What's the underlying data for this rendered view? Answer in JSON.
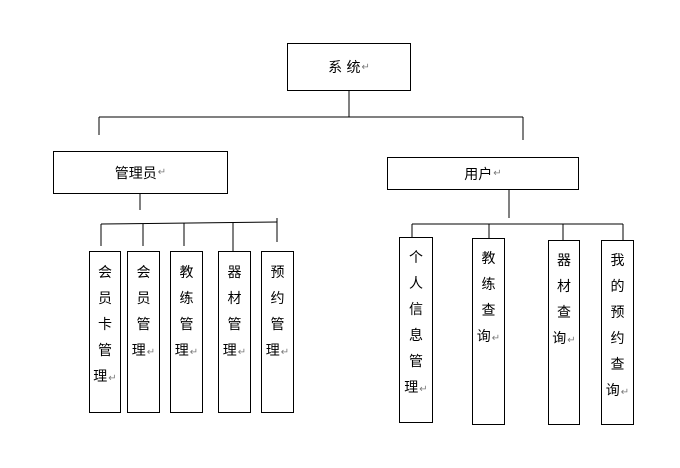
{
  "diagram": {
    "root": {
      "label": "系 统",
      "mark": "↵"
    },
    "groups": [
      {
        "label": "管理员",
        "mark": "↵",
        "children": [
          {
            "label": "会员卡管理",
            "mark": "↵"
          },
          {
            "label": "会员管理",
            "mark": "↵"
          },
          {
            "label": "教练管理",
            "mark": "↵"
          },
          {
            "label": "器材管理",
            "mark": "↵"
          },
          {
            "label": "预约管理",
            "mark": "↵"
          }
        ]
      },
      {
        "label": "用户",
        "mark": "↵",
        "children": [
          {
            "label": "个人信息管理",
            "mark": "↵"
          },
          {
            "label": "教练查询",
            "mark": "↵"
          },
          {
            "label": "器材查询",
            "mark": "↵"
          },
          {
            "label": "我的预约查询",
            "mark": "↵"
          }
        ]
      }
    ]
  }
}
